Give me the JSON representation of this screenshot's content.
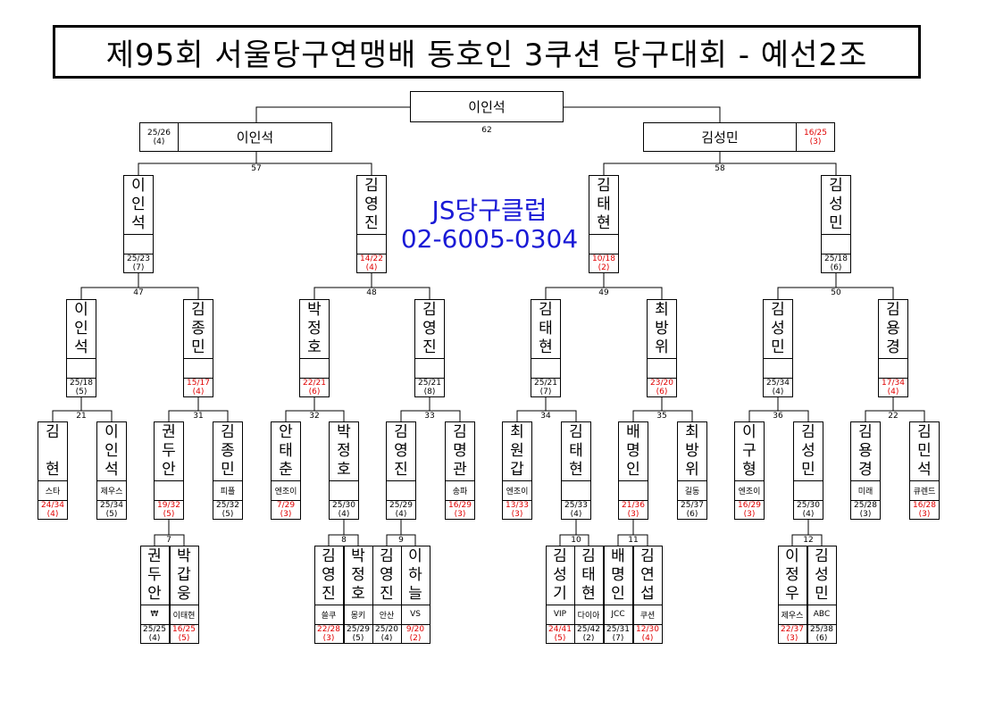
{
  "title": "제95회 서울당구연맹배 동호인 3쿠션 당구대회 - 예선2조",
  "club": {
    "name": "JS당구클럽",
    "phone": "02-6005-0304"
  },
  "champion": "이인석",
  "final": {
    "match_no": "62"
  },
  "semifinals": [
    {
      "match_no": "57",
      "winner": "이인석",
      "score": "25/26",
      "inning": "(4)",
      "red": false
    },
    {
      "match_no": "58",
      "winner": "김성민",
      "score": "16/25",
      "inning": "(3)",
      "red": true
    }
  ],
  "quarterfinals": [
    {
      "match_no": "47",
      "name": "이인석",
      "score": "25/23",
      "inning": "(7)",
      "red": false
    },
    {
      "match_no": "48",
      "name": "김영진",
      "score": "14/22",
      "inning": "(4)",
      "red": true
    },
    {
      "match_no": "49",
      "name": "김태현",
      "score": "10/18",
      "inning": "(2)",
      "red": true
    },
    {
      "match_no": "50",
      "name": "김성민",
      "score": "25/18",
      "inning": "(6)",
      "red": false
    }
  ],
  "round16": [
    {
      "match_no": "21",
      "name": "이인석",
      "score": "25/18",
      "inning": "(5)",
      "red": false
    },
    {
      "match_no": "31",
      "name": "김종민",
      "score": "15/17",
      "inning": "(4)",
      "red": true
    },
    {
      "match_no": "32",
      "name": "박정호",
      "score": "22/21",
      "inning": "(6)",
      "red": true
    },
    {
      "match_no": "33",
      "name": "김영진",
      "score": "25/21",
      "inning": "(8)",
      "red": false
    },
    {
      "match_no": "34",
      "name": "김태현",
      "score": "25/21",
      "inning": "(7)",
      "red": false
    },
    {
      "match_no": "35",
      "name": "최방위",
      "score": "23/20",
      "inning": "(6)",
      "red": true
    },
    {
      "match_no": "36",
      "name": "김성민",
      "score": "25/34",
      "inning": "(4)",
      "red": false
    },
    {
      "match_no": "22",
      "name": "김용경",
      "score": "17/34",
      "inning": "(4)",
      "red": true
    }
  ],
  "round32": [
    {
      "name": "김 현",
      "club": "스타",
      "score": "24/34",
      "inning": "(4)",
      "red": true
    },
    {
      "name": "이인석",
      "club": "제우스",
      "score": "25/34",
      "inning": "(5)",
      "red": false
    },
    {
      "match_no": "7",
      "name": "권두안",
      "club": "",
      "score": "19/32",
      "inning": "(5)",
      "red": true
    },
    {
      "name": "김종민",
      "club": "피플",
      "score": "25/32",
      "inning": "(5)",
      "red": false
    },
    {
      "name": "안태춘",
      "club": "엔조이",
      "score": "7/29",
      "inning": "(3)",
      "red": true
    },
    {
      "match_no": "8",
      "name": "박정호",
      "club": "",
      "score": "25/30",
      "inning": "(4)",
      "red": false
    },
    {
      "match_no": "9",
      "name": "김영진",
      "club": "",
      "score": "25/29",
      "inning": "(4)",
      "red": false
    },
    {
      "name": "김명관",
      "club": "송파",
      "score": "16/29",
      "inning": "(3)",
      "red": true
    },
    {
      "name": "최원갑",
      "club": "엔조이",
      "score": "13/33",
      "inning": "(3)",
      "red": true
    },
    {
      "match_no": "10",
      "name": "김태현",
      "club": "",
      "score": "25/33",
      "inning": "(4)",
      "red": false
    },
    {
      "match_no": "11",
      "name": "배명인",
      "club": "",
      "score": "21/36",
      "inning": "(3)",
      "red": true
    },
    {
      "name": "최방위",
      "club": "길동",
      "score": "25/37",
      "inning": "(6)",
      "red": false
    },
    {
      "name": "이구형",
      "club": "엔조이",
      "score": "16/29",
      "inning": "(3)",
      "red": true
    },
    {
      "match_no": "12",
      "name": "김성민",
      "club": "",
      "score": "25/30",
      "inning": "(4)",
      "red": false
    },
    {
      "name": "김용경",
      "club": "미래",
      "score": "25/28",
      "inning": "(3)",
      "red": false
    },
    {
      "name": "김민석",
      "club": "큐렌드",
      "score": "16/28",
      "inning": "(3)",
      "red": true
    }
  ],
  "round64": [
    {
      "name": "권두안",
      "club": "₩",
      "score": "25/25",
      "inning": "(4)",
      "red": false
    },
    {
      "name": "박갑웅",
      "club": "이태현",
      "score": "16/25",
      "inning": "(5)",
      "red": true
    },
    {
      "name": "김영진",
      "club": "쓸쿠",
      "score": "22/28",
      "inning": "(3)",
      "red": true
    },
    {
      "name": "박정호",
      "club": "몽키",
      "score": "25/29",
      "inning": "(5)",
      "red": false
    },
    {
      "name": "김영진",
      "club": "안산",
      "score": "25/20",
      "inning": "(4)",
      "red": false
    },
    {
      "name": "이하늘",
      "club": "VS",
      "score": "9/20",
      "inning": "(2)",
      "red": true
    },
    {
      "name": "김성기",
      "club": "VIP",
      "score": "24/41",
      "inning": "(5)",
      "red": true
    },
    {
      "name": "김태현",
      "club": "다이아",
      "score": "25/42",
      "inning": "(2)",
      "red": false
    },
    {
      "name": "배명인",
      "club": "JCC",
      "score": "25/31",
      "inning": "(7)",
      "red": false
    },
    {
      "name": "김연섭",
      "club": "쿠션",
      "score": "12/30",
      "inning": "(4)",
      "red": true
    },
    {
      "name": "이정우",
      "club": "제우스",
      "score": "22/37",
      "inning": "(3)",
      "red": true
    },
    {
      "name": "김성민",
      "club": "ABC",
      "score": "25/38",
      "inning": "(6)",
      "red": false
    }
  ]
}
